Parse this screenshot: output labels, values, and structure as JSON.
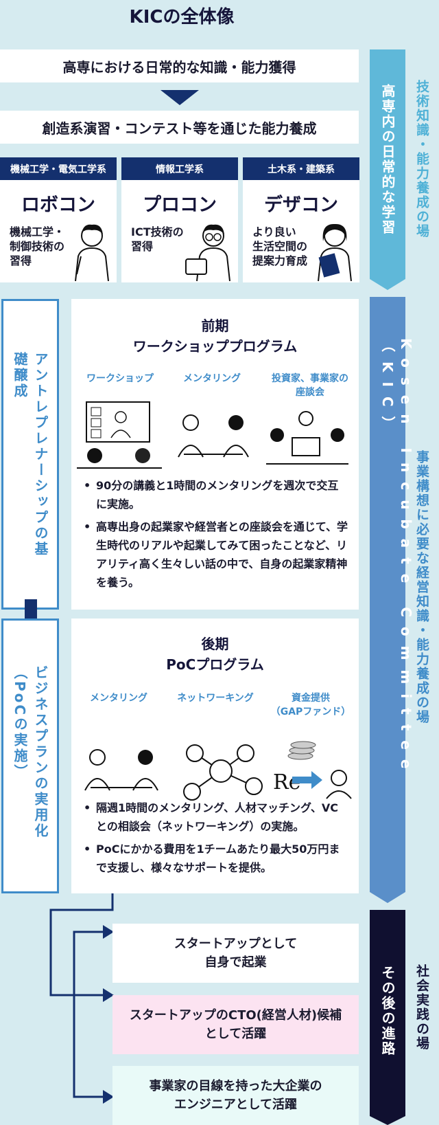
{
  "title": "KICの全体像",
  "top": {
    "bar1": "高専における日常的な知識・能力獲得",
    "bar2": "創造系演習・コンテスト等を通じた能力養成",
    "competitions": [
      {
        "category": "機械工学・電気工学系",
        "name": "ロボコン",
        "desc": "機械工学・\n制御技術の\n習得"
      },
      {
        "category": "情報工学系",
        "name": "プロコン",
        "desc": "ICT技術の\n習得"
      },
      {
        "category": "土木系・建築系",
        "name": "デザコン",
        "desc": "より良い\n生活空間の\n提案力育成"
      }
    ],
    "side_tab": "高専内の日常的な学習",
    "right_label": "技術知識・能力養成の場"
  },
  "middle": {
    "side_tab": "Kosen Incubate Committee（KIC）",
    "right_label": "事業構想に必要な経営知識・能力養成の場",
    "left_label1": "アントレプレナーシップの基礎醸成",
    "left_label2": "ビジネスプランの実用化（PoCの実施）",
    "program1": {
      "title": "前期\nワークショッププログラム",
      "labels": [
        "ワークショップ",
        "メンタリング",
        "投資家、事業家の\n座談会"
      ],
      "bullets": [
        "90分の講義と1時間のメンタリングを週次で交互に実施。",
        "高専出身の起業家や経営者との座談会を通じて、学生時代のリアルや起業してみて困ったことなど、リアリティ高く生々しい話の中で、自身の起業家精神を養う。"
      ]
    },
    "program2": {
      "title": "後期\nPoCプログラム",
      "labels": [
        "メンタリング",
        "ネットワーキング",
        "資金提供\n（GAPファンド）"
      ],
      "bullets": [
        "隔週1時間のメンタリング、人材マッチング、VCとの相談会（ネットワーキング）の実施。",
        "PoCにかかる費用を1チームあたり最大50万円まで支援し、様々なサポートを提供。"
      ]
    }
  },
  "bottom": {
    "side_tab": "その後の進路",
    "right_label": "社会実践の場",
    "careers": [
      "スタートアップとして\n自身で起業",
      "スタートアップのCTO(経営人材)候補\nとして活躍",
      "事業家の目線を持った大企業の\nエンジニアとして活躍"
    ]
  },
  "colors": {
    "background": "#d6ebf0",
    "navy": "#14306e",
    "light_blue_tab": "#5fb8d9",
    "mid_blue_tab": "#5a8fc9",
    "dark_tab": "#101030",
    "accent_text": "#3f8cc9",
    "pink_box": "#fce3f1",
    "mint_box": "#e9faf8"
  }
}
